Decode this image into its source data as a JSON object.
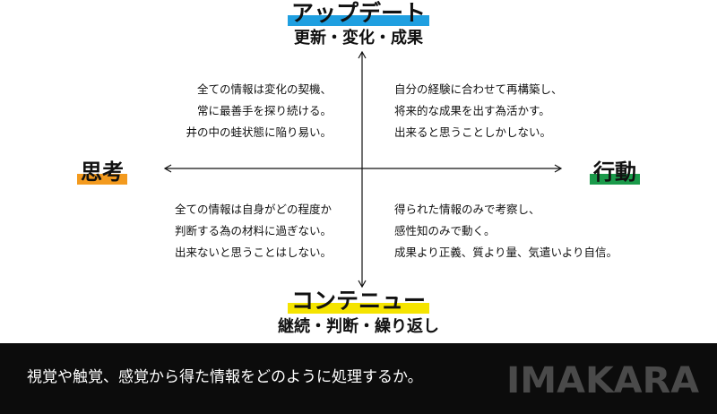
{
  "colors": {
    "top_highlight": "#1f9fe0",
    "bottom_highlight": "#f5e400",
    "left_highlight": "#f39a1e",
    "right_highlight": "#1a9a4a",
    "footer_bg": "#0c0c0c",
    "brand_color": "#4a4a4a"
  },
  "axes": {
    "top": {
      "title": "アップデート",
      "subtitle": "更新・変化・成果"
    },
    "bottom": {
      "title": "コンテニュー",
      "subtitle": "継続・判断・繰り返し"
    },
    "left": {
      "title": "思考"
    },
    "right": {
      "title": "行動"
    }
  },
  "quadrants": {
    "top_left": [
      "全ての情報は変化の契機、",
      "常に最善手を探り続ける。",
      "井の中の蛙状態に陥り易い。"
    ],
    "top_right": [
      "自分の経験に合わせて再構築し、",
      "将来的な成果を出す為活かす。",
      "出来ると思うことしかしない。"
    ],
    "bottom_left": [
      "全ての情報は自身がどの程度か",
      "判断する為の材料に過ぎない。",
      "出来ないと思うことはしない。"
    ],
    "bottom_right": [
      "得られた情報のみで考察し、",
      "感性知のみで動く。",
      "成果より正義、質より量、気遣いより自信。"
    ]
  },
  "footer": {
    "caption": "視覚や触覚、感覚から得た情報をどのように処理するか。",
    "brand": "IMAKARA"
  }
}
